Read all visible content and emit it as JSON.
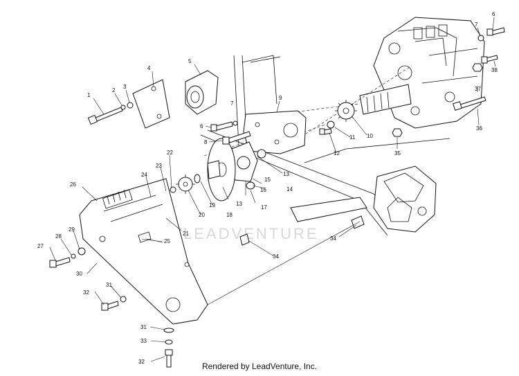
{
  "footer": {
    "text": "Rendered by LeadVenture, Inc."
  },
  "watermark": {
    "text": "LEADVENTURE"
  },
  "callouts": [
    "1",
    "2",
    "3",
    "4",
    "5",
    "6",
    "7",
    "38",
    "37",
    "36",
    "35",
    "9",
    "7",
    "6",
    "8",
    "10",
    "11",
    "12",
    "13",
    "14",
    "15",
    "16",
    "17",
    "18",
    "19",
    "20",
    "21",
    "22",
    "23",
    "24",
    "25",
    "26",
    "27",
    "28",
    "29",
    "30",
    "31",
    "32",
    "31",
    "33",
    "32",
    "34",
    "34",
    "13"
  ]
}
